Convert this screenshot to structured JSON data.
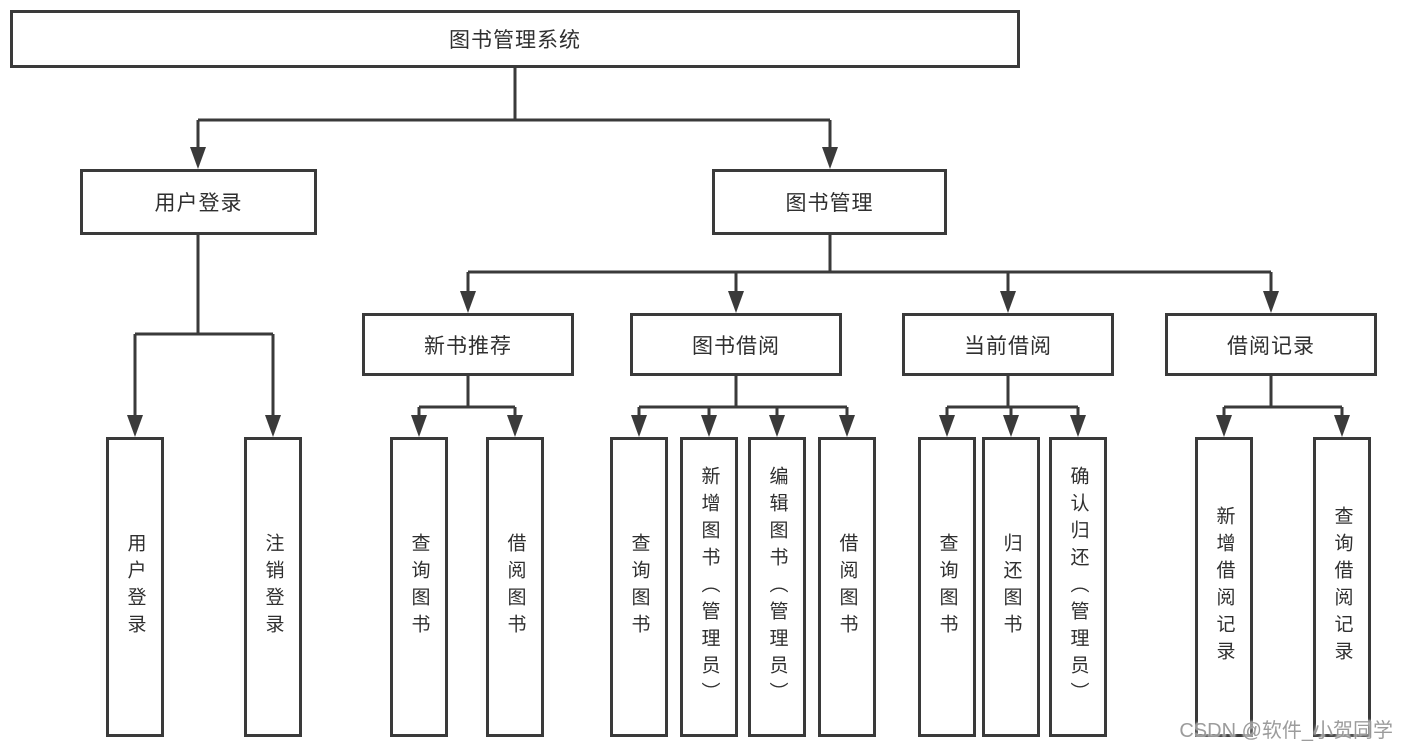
{
  "diagram": {
    "root": {
      "label": "图书管理系统"
    },
    "level2": [
      {
        "label": "用户登录"
      },
      {
        "label": "图书管理"
      }
    ],
    "level3": [
      {
        "label": "新书推荐"
      },
      {
        "label": "图书借阅"
      },
      {
        "label": "当前借阅"
      },
      {
        "label": "借阅记录"
      }
    ],
    "leaves": [
      {
        "label": "用户登录"
      },
      {
        "label": "注销登录"
      },
      {
        "label": "查询图书"
      },
      {
        "label": "借阅图书"
      },
      {
        "label": "查询图书"
      },
      {
        "label": "新增图书（管理员）"
      },
      {
        "label": "编辑图书（管理员）"
      },
      {
        "label": "借阅图书"
      },
      {
        "label": "查询图书"
      },
      {
        "label": "归还图书"
      },
      {
        "label": "确认归还（管理员）"
      },
      {
        "label": "新增借阅记录"
      },
      {
        "label": "查询借阅记录"
      }
    ]
  },
  "watermark": "CSDN @软件_小贺同学",
  "colors": {
    "line": "#3a3a3a",
    "text": "#2f2f2f",
    "background": "#ffffff",
    "watermark": "#919191"
  }
}
